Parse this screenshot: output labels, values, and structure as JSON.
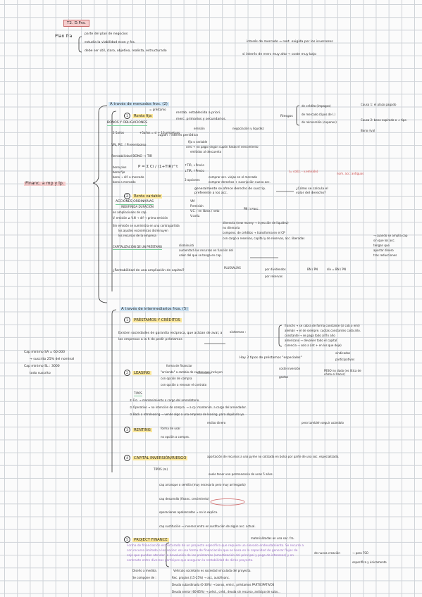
{
  "header": {
    "title_tag": "T2. D.Fra.",
    "plan_label": "Plan fra",
    "plan_items": [
      "parte del plan de negocios",
      "estudia la viabilidad econ y fra.",
      "debe ser útil, claro, objetivo, realista, estructurado"
    ],
    "right_note_1": "interés de mercado → rent. exigida por los inversores",
    "right_note_2": "si interés de merc muy alto → coste muy bajo"
  },
  "left_block": {
    "main_topic": "Financ. a mp y lp.",
    "cap_1": "Cap mínimo SA = 60.000",
    "cap_1b": "→ suscrito 25% del nominal",
    "cap_2": "Cap mínimo SL : 3000",
    "cap_2b": "todo suscrito"
  },
  "section_markets": {
    "title": "A través de mercados fros. (2)",
    "item1_label": "Renta fija",
    "item1_sub": "= préstamo",
    "renta_fija_lines": [
      "rentab. establecida a priori.",
      "merc. primarios y secundarios."
    ],
    "renta_fija_sub": [
      "emisión",
      "negociación y liquidez"
    ],
    "cupon_line": "cupón : interés periódico",
    "fijo": "fijo o variable",
    "cero": "cero → no paga ningún cupón hasta el vencimiento",
    "emitidos": "emitidos al descuento",
    "bonos": "BONOS Y OBLIGACIONES",
    "bonos_sub": [
      "2-5años",
      "+5años = si + 10 pérpetuas"
    ],
    "vn_line": "VN, P.E. / P.reembolso",
    "rentabilidad": "Rentabilidad BONO → TIR",
    "formula": "P = Σ  Ci / (1+TIR)^t",
    "ttir": "↑TIR, ↓Precio",
    "ltir": "↓TIR, ↑Precio",
    "riesgos_label": "Riesgos",
    "riesgos": [
      "de crédito (impagos)",
      "de mercado (tipos de I.)",
      "de reinversión (cupones)"
    ],
    "riesgo_notes": [
      "Causa 1: el plazo pagado",
      "Causa 2: bono expirado o ↓ tipo",
      "Bono rival"
    ],
    "bonus_list": [
      "bono plus",
      "bono fijo",
      "bono → dif. a mercado",
      "bono a mercado"
    ]
  },
  "section_variable": {
    "item2_label": "Renta variable",
    "opciones": "3 opciones",
    "opciones_items": [
      "comprar acc. viejas en el mercado",
      "comprar derechos + suscripción nueva acc."
    ],
    "generalmente": "generalmente se ofrece derecho de suscrip. preferente a los acc.",
    "como_se_calcula": "¿Cómo se calcula el valor del derecho?",
    "formula_derecho": "(= cotiz. - v.emisión)",
    "formula_right": "núm. acc. antiguas",
    "acciones": "ACCIONES ORDINARIAS",
    "duracion": "INDEFINIDA DURACIÓN",
    "emision_lines": [
      "en ampliaciones de cap.",
      "V. emisión ≥ V.N → dif → prima emisión"
    ],
    "cotizacion": [
      "VM",
      "P.emisión",
      "V.C. / en libros / neto",
      "V.cotiz."
    ],
    "pn_label": "PN / nºacc",
    "sin_emision": "Sin emisión se suministra en una contrapartida",
    "sin_emision_sub": [
      "los ajustes económicos disminuyen",
      "los recursos de la empresa"
    ],
    "dineraria": [
      "dineraria (new money → inyección de liquidez)",
      "no dineraria",
      "compens. de créditos → transforma en el CP",
      "con cargo a reservas, capital y de reservas, acc. liberadas"
    ],
    "liberadas_note": [
      "→ cuando se amplía cap",
      "sin que los acc.",
      "tengan que",
      "aportar dinero",
      "tras reducciones"
    ],
    "capitalizacion": "CAPITALIZACIÓN DE UN PRÉSTAMO",
    "capitalizacion_sub": [
      "disminuirá",
      "aumentará los recursos en función del",
      "valor del que se tenga en cap."
    ],
    "rentabilidad_q": "¿Rentabilidad de una ampliación de capital?",
    "plusvalias": "PLUSVALÍAS",
    "por_dividendos": "por dividendos",
    "por_reservas": "por reservas",
    "bn_pn": "BN / PN",
    "div_pn": "div = BN / PN"
  },
  "section_intermediaries": {
    "title": "A través de intermediarios fros. (5)",
    "sistemas": "sistemas :",
    "sistemas_items": [
      "francés → se cobra de forma constante (si cob o emi)",
      "alemán → el de siempre. cuotas constantes cada año.",
      "constante → se paga todo al fin año",
      "americano → devolver todo el capital",
      "carencia → solo a (int + en los que deje)"
    ],
    "prestamos": "PRÉSTAMOS Y CRÉDITOS",
    "garantia": "Existen sociedades de garantía recíproca, que actúan de aval, a las empresas a la h de pedir préstamos",
    "tipos_especiales": "Hay 2 tipos de préstamos \"especiales\"",
    "tipos_especiales_items": [
      "sindicados",
      "participativos"
    ],
    "leasing": "LEASING",
    "forma": "forma de financiar",
    "leasing_items": [
      "\"arrienda\" a cambio de cuotas que incluyen",
      "con opción de compra",
      "con opción a renovar el contrato"
    ],
    "coste": "coste inversión",
    "gastos": "gastos",
    "peso": "PESO no dado (es lítica de cómo el hacer)",
    "tipos": "TIPOS",
    "tipos_list": [
      "① Fro. → mantenimiento a cargo del arrendatario.",
      "② Operativo → no intención de compra.  → a cp: mantenim. a cargo del arrendador.",
      "③ Back a retroleasing → vende algo a una empresa de leasing, para alquilarlo yo."
    ],
    "recibo": "recibo dinero",
    "pero_tambien": "pero también seguir usándolo",
    "renting": "RENTING",
    "forma_usar": "forma de usar",
    "no_opcion": "no opción a compra.",
    "capital_riesgo": "CAPITAL INVERSIÓN/RIESGO",
    "capital_riesgo_desc": "aportación de recursos a una pyme no cotizada en bolsa por parte de una soc. especializada.",
    "tipos_m": "TIPOS (m)",
    "suele": "suele tener una permanencia de unos 5 años.",
    "cr_items": [
      "cap arranque o semilla (muy necesario pero muy arriesgado)",
      "cap desarrollo (financ. crecimiento)",
      "operaciones apalancadas → no lo explica.",
      "cap sustitución → inversor entra en sustitución de algún acc. actual."
    ],
    "project_finance": "PROJECT FINANCE",
    "materializadas": "materializadas en una soc. fra.",
    "pf_definition": "Forma de financiación estructurada de un proyecto específico que requiere un elevado endeudamiento. Se recurre a con recurso limitado a los socios: es una forma de financiación que se basa en la capacidad de generar flujos de caja que puedan atender la devolución de los préstamos (amortización del principal y pago de intereses) y en contraste entre diversos partícipes que aseguran la rentabilidad de dicho proyecto.",
    "de_nueva": "de nueva creación",
    "para_fso": "→ para FSO",
    "especifica": "específica y únicamente",
    "diseno": "Diseño a medida.",
    "diseno_rest": "Vehículo societario es sociedad vinculada del proyecto.",
    "compone": "Se compone de :",
    "compone_items": [
      "Rec. propios (15-25%) → acc, autofinanc.",
      "Deuda subordinada (0-30%) → bonos, emisi., préstamos PARTICIPATIVOS",
      "Deuda senior (60-85%) → prést., créd., deuda sin recurso, anticipo de subv..."
    ]
  }
}
